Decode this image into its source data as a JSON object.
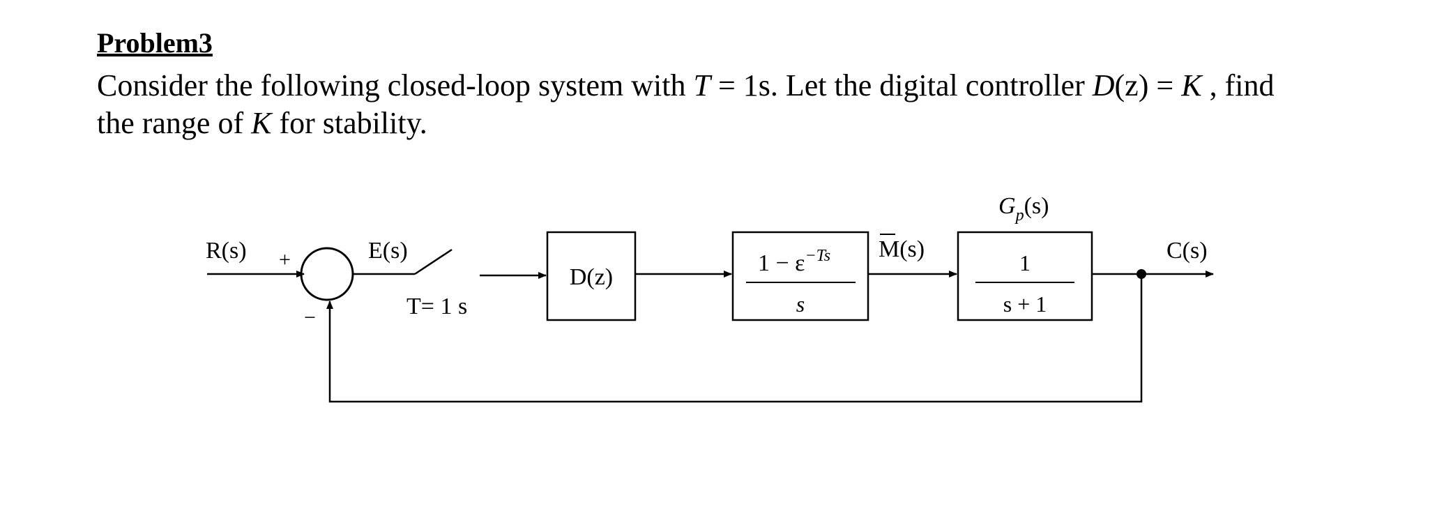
{
  "problem": {
    "title": "Problem3",
    "line1_pre": "Consider the following closed-loop system with ",
    "T_sym": "T",
    "line1_mid": " = 1s. Let the digital controller ",
    "D_sym": "D",
    "z_sym": "(z)",
    "line1_eq": " = ",
    "K_sym": "K",
    "line1_post": " , find",
    "line2_pre": "the range of ",
    "line2_K": "K",
    "line2_post": " for stability."
  },
  "diagram": {
    "input_label": "R(s)",
    "plus_sign": "+",
    "minus_sign": "−",
    "error_label": "E(s)",
    "sampler_label": "T= 1 s",
    "controller_label": "D(z)",
    "zoh_numerator": "1 − ε",
    "zoh_exponent": "−Ts",
    "zoh_denominator": "s",
    "mbar_label": "M(s)",
    "plant_title": "G",
    "plant_title_sub": "p",
    "plant_title_arg": "(s)",
    "plant_numerator": "1",
    "plant_denominator": "s + 1",
    "output_label": "C(s)"
  }
}
